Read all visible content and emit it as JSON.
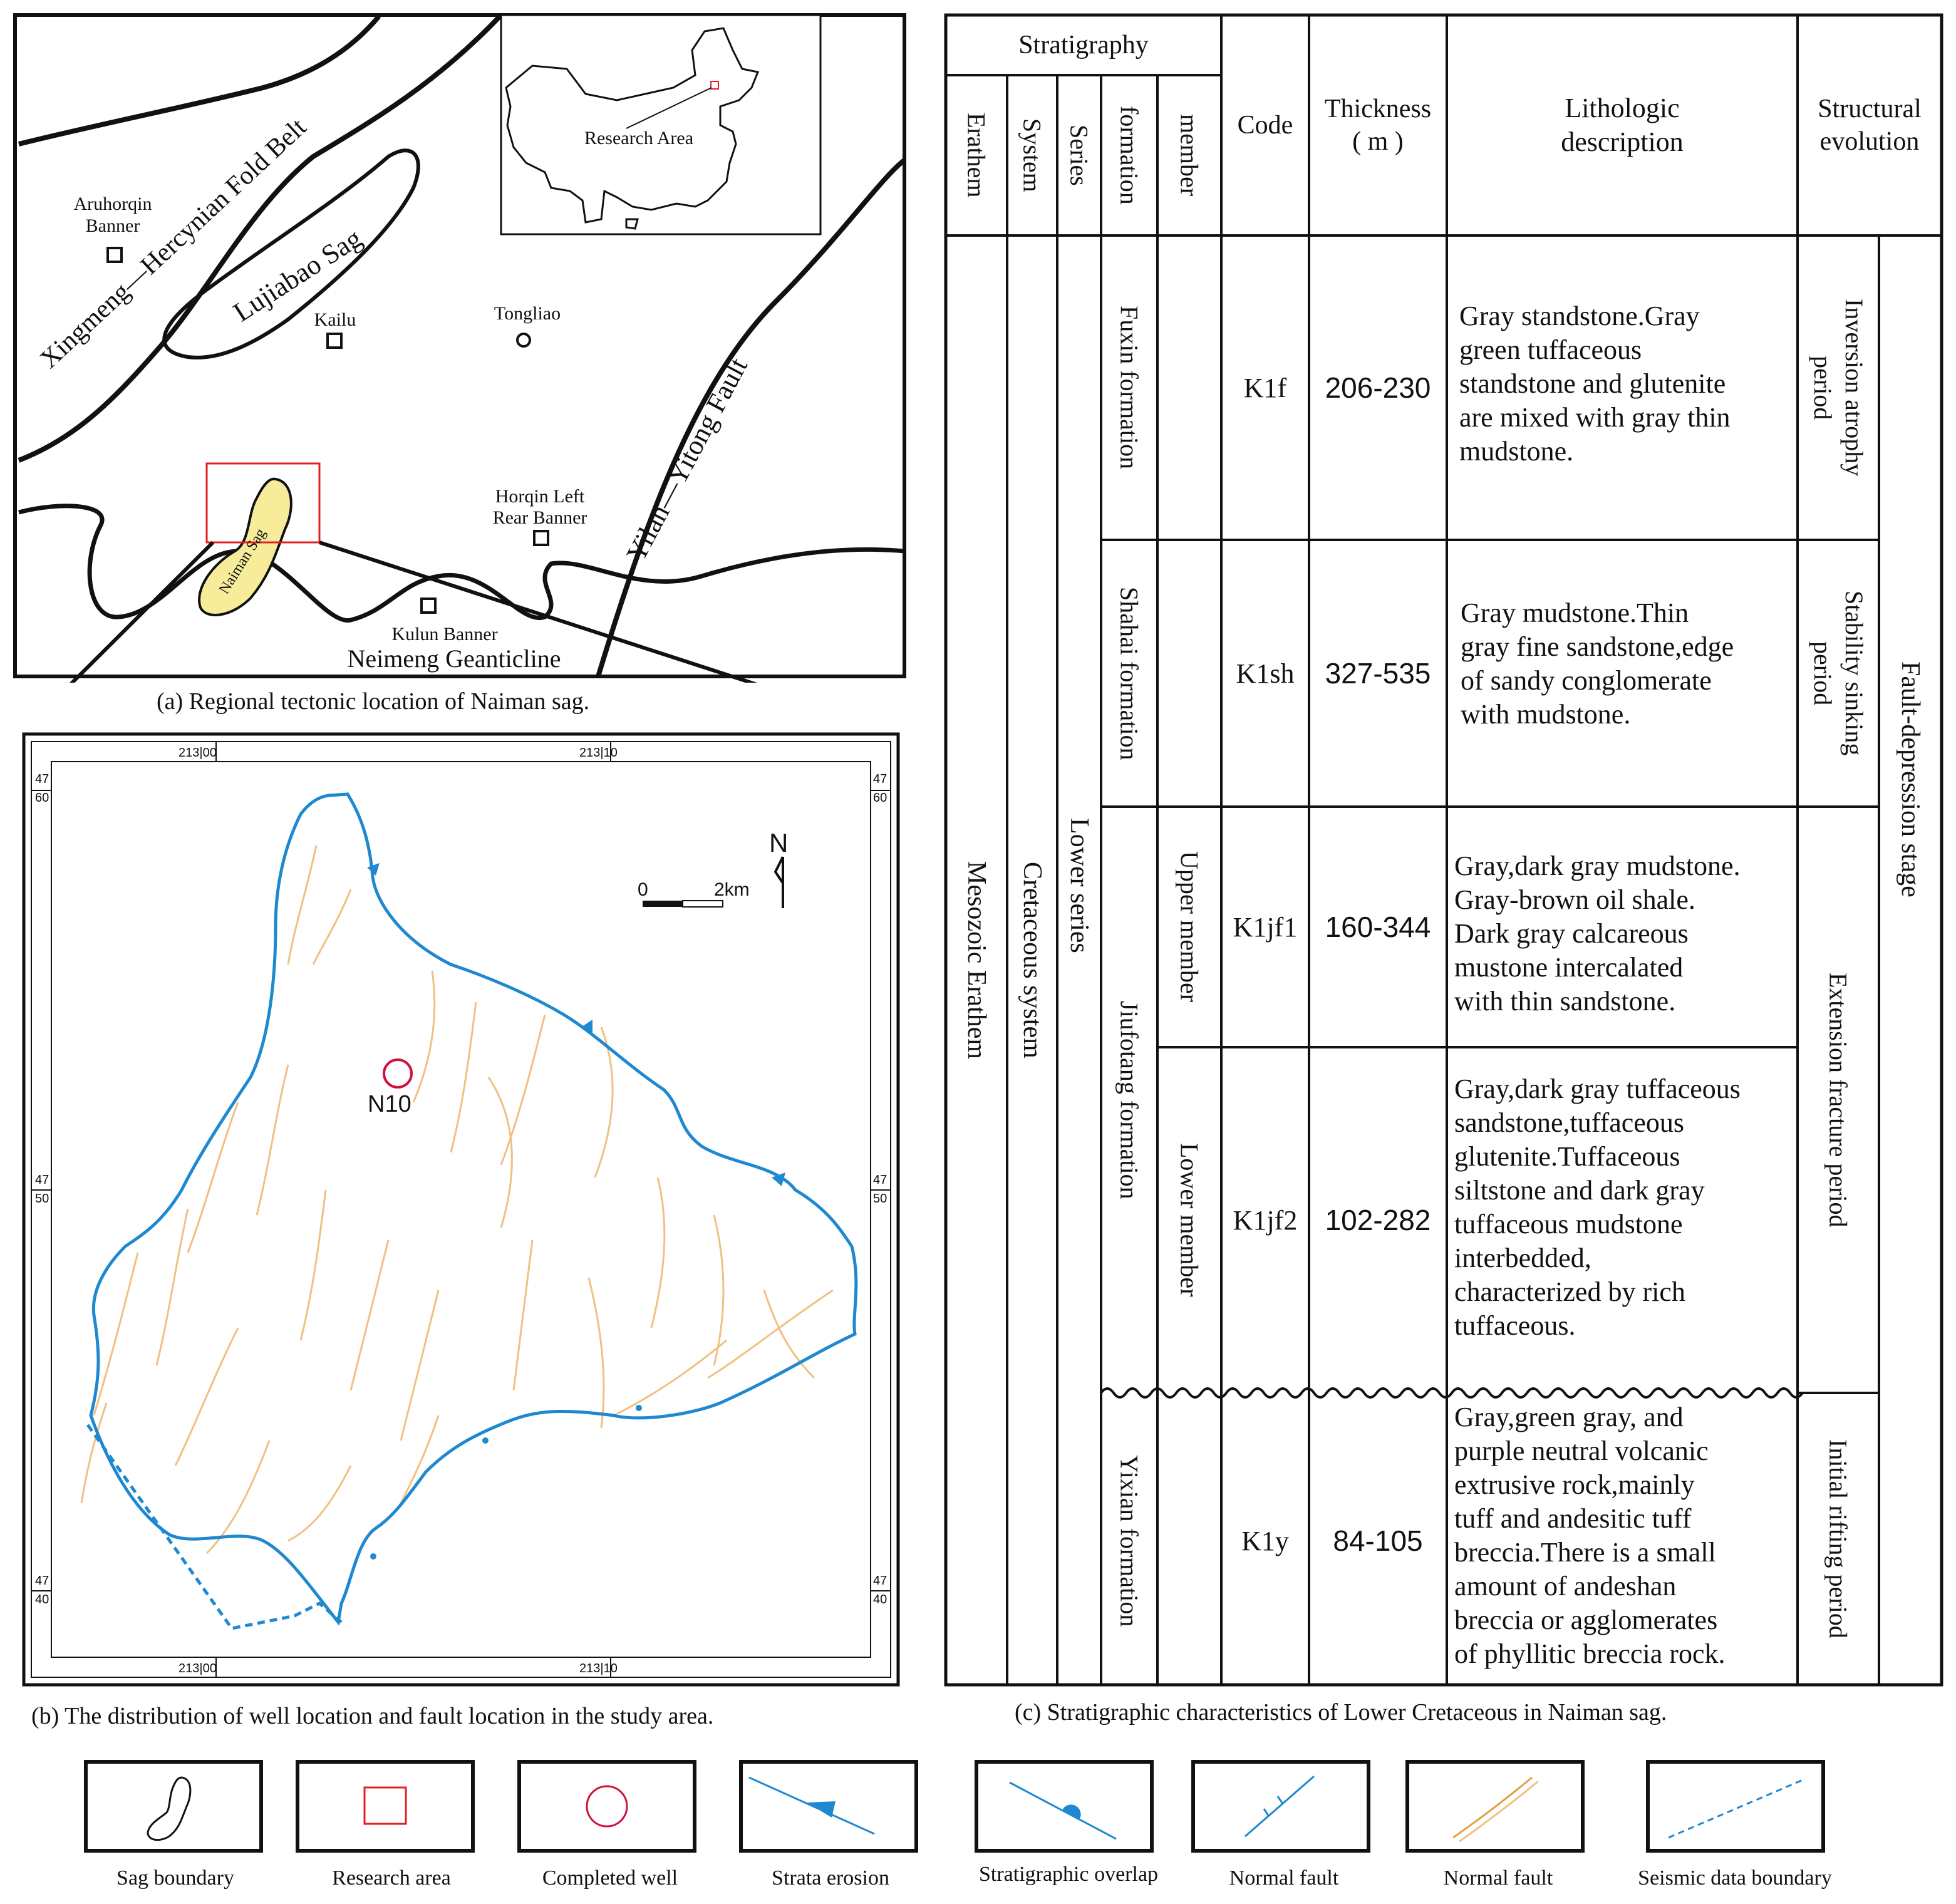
{
  "panel_a": {
    "caption": "(a)  Regional tectonic location of Naiman sag.",
    "labels": {
      "fold_belt": "Xingmeng—Hercynian Fold Belt",
      "lujiabao": "Lujiabao Sag",
      "aruhorqin_1": "Aruhorqin",
      "aruhorqin_2": "Banner",
      "kailu": "Kailu",
      "tongliao": "Tongliao",
      "research_area": "Research Area",
      "yilan": "Yilan—Yitong Fault",
      "horqin_1": "Horqin Left",
      "horqin_2": "Rear Banner",
      "kulun": "Kulun Banner",
      "neimeng": "Neimeng Geanticline",
      "naiman": "Naiman Sag"
    }
  },
  "panel_b": {
    "caption": "(b)  The distribution of well location and fault location in the study area.",
    "grid": {
      "x_top_left": "213|00",
      "x_top_right": "213|10",
      "x_bot_left": "213|00",
      "x_bot_right": "213|10",
      "y_60_a": "47",
      "y_60_b": "60",
      "y_50_a": "47",
      "y_50_b": "50",
      "y_40_a": "47",
      "y_40_b": "40"
    },
    "north": "N",
    "scale_zero": "0",
    "scale_km": "2km",
    "well": "N10"
  },
  "panel_c": {
    "caption": "(c)  Stratigraphic characteristics of  Lower Cretaceous in Naiman sag.",
    "headers": {
      "stratigraphy": "Stratigraphy",
      "erathem": "Erathem",
      "system": "System",
      "series": "Series",
      "formation": "formation",
      "member": "member",
      "code": "Code",
      "thickness": "Thickness\n( m )",
      "lithology": "Lithologic\ndescription",
      "structural": "Structural\nevolution"
    },
    "erathem": "Mesozoic Erathem",
    "system": "Cretaceous system",
    "series": "Lower series",
    "stage": "Fault-depression stage",
    "formations": {
      "fuxin": "Fuxin formation",
      "shahai": "Shahai formation",
      "jiufotang": "Jiufotang formation",
      "yixian": "Yixian formation"
    },
    "members": {
      "upper": "Upper member",
      "lower": "Lower member"
    },
    "rows": [
      {
        "code": "K1f",
        "thickness": "206-230",
        "lith": "Gray standstone.Gray\ngreen tuffaceous\nstandstone and glutenite\nare mixed with gray thin\nmudstone."
      },
      {
        "code": "K1sh",
        "thickness": "327-535",
        "lith": "Gray mudstone.Thin\ngray fine sandstone,edge\nof sandy conglomerate\nwith mudstone."
      },
      {
        "code": "K1jf1",
        "thickness": "160-344",
        "lith": "Gray,dark gray mudstone.\nGray-brown oil shale.\nDark gray calcareous\nmustone intercalated\nwith thin sandstone."
      },
      {
        "code": "K1jf2",
        "thickness": "102-282",
        "lith": "Gray,dark gray tuffaceous\nsandstone,tuffaceous\nglutenite.Tuffaceous\nsiltstone and dark gray\ntuffaceous mudstone\ninterbedded,\ncharacterized by rich\ntuffaceous."
      },
      {
        "code": "K1y",
        "thickness": "84-105",
        "lith": "Gray,green gray, and\npurple neutral volcanic\nextrusive rock,mainly\ntuff and andesitic tuff\nbreccia.There is a small\namount of andeshan\nbreccia or agglomerates\nof phyllitic breccia rock."
      }
    ],
    "periods": {
      "inversion": "Inversion atrophy\nperiod",
      "stability": "Stability sinking\nperiod",
      "extension": "Extension fracture period",
      "initial": "Initial rifting period"
    }
  },
  "legend": [
    {
      "label": "Sag boundary"
    },
    {
      "label": "Research area"
    },
    {
      "label": "Completed well"
    },
    {
      "label": "Strata erosion"
    },
    {
      "label": "Stratigraphic overlap"
    },
    {
      "label": "Normal fault"
    },
    {
      "label": "Normal fault"
    },
    {
      "label": "Seismic data boundary"
    }
  ],
  "colors": {
    "line": "#111111",
    "fault_blue": "#1e88d0",
    "fault_orange": "#f0c080",
    "sag_fill": "#f7ec9a",
    "research_red": "#e02020",
    "well_red": "#d0103a"
  }
}
